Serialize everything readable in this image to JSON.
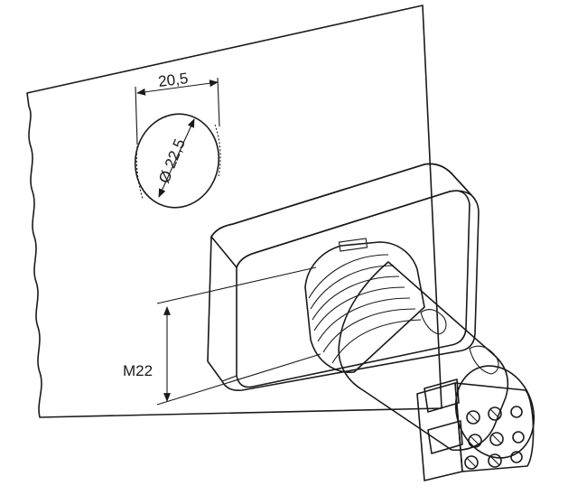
{
  "labels": {
    "hole_width": "20,5",
    "hole_diameter": "Ø 22,5",
    "thread": "M22"
  },
  "colors": {
    "line": "#1a1a1a",
    "body_fill": "#ebebeb",
    "body_shadow": "#cfcfcf",
    "background": "#ffffff"
  }
}
